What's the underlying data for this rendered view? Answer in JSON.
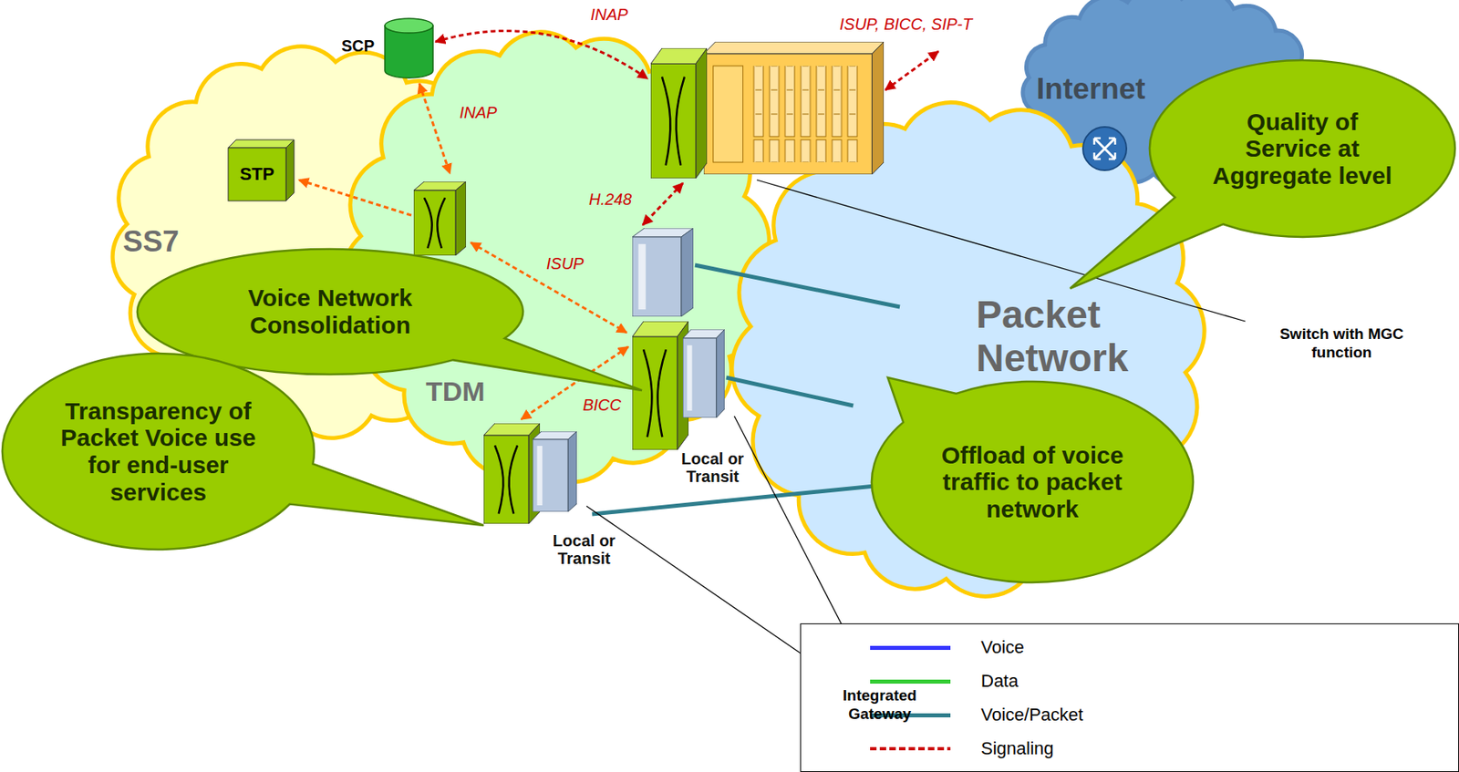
{
  "diagram": {
    "nodes": [
      {
        "text": [
          "SCP"
        ]
      },
      {
        "text": [
          "SS7"
        ]
      },
      {
        "text": [
          "STP"
        ],
        "in": 1
      },
      {
        "text": [
          "TDM"
        ]
      },
      {
        "text": [
          "Local or Transit"
        ],
        "in": 3
      },
      {
        "text": [
          "Local or Transit"
        ],
        "in": 3
      },
      {
        "text": [
          "Internet"
        ]
      },
      {
        "text": [
          "Packet Network"
        ]
      },
      {
        "text": [
          "Quality of Service at Aggregate level"
        ]
      },
      {
        "text": [
          "Voice Network Consolidation"
        ]
      },
      {
        "text": [
          "Transparency of Packet Voice use for end-user services"
        ]
      },
      {
        "text": [
          "Offload of voice traffic to packet network"
        ]
      }
    ],
    "edges": [
      {
        "from": 4,
        "to": 5,
        "label": "BICC",
        "arrow": "both"
      }
    ],
    "labels": [
      "INAP",
      "ISUP, BICC, SIP-T",
      "INAP",
      "H.248",
      "ISUP",
      "Switch with MGC function",
      "Integrated Gateway"
    ],
    "legend": [
      {
        "text": "Voice",
        "color": "#3333ff"
      },
      {
        "text": "Data",
        "color": "#33cc33"
      },
      {
        "text": "Voice/Packet",
        "color": "#2e7d8c"
      },
      {
        "text": "Signaling"
      }
    ]
  }
}
